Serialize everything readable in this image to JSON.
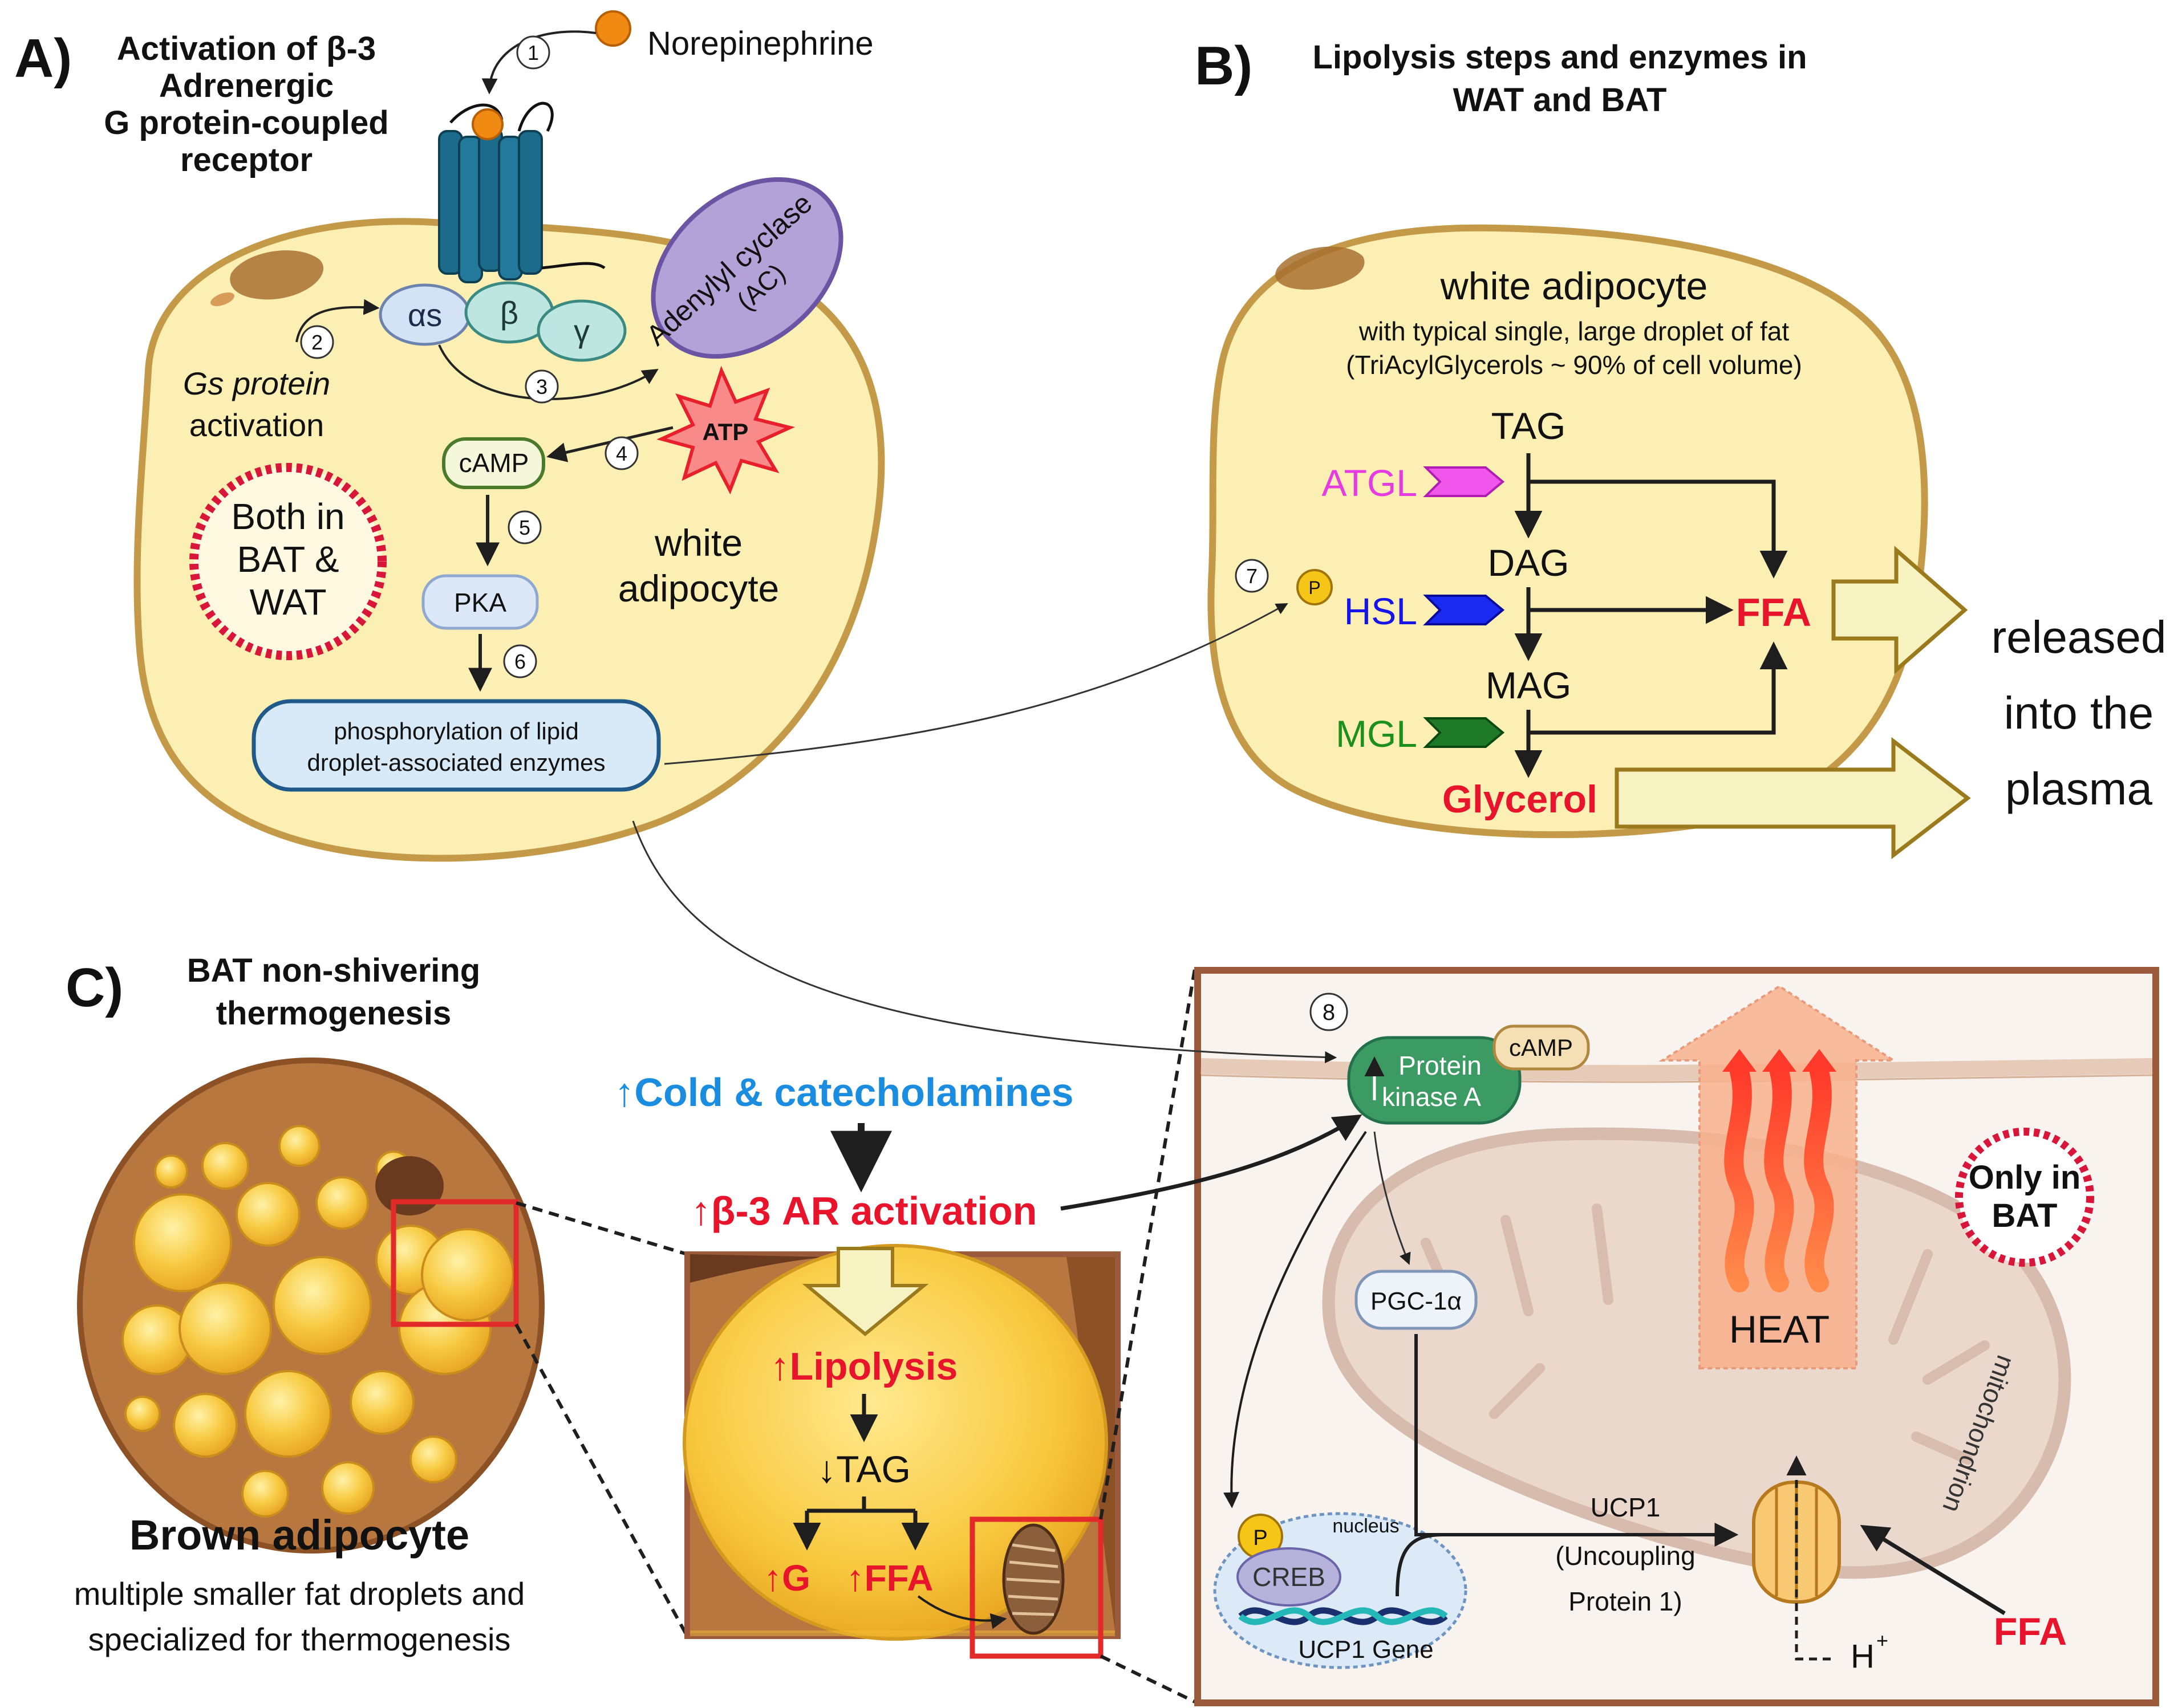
{
  "panels": {
    "a": {
      "letter": "A)",
      "title_lines": [
        "Activation of β-3",
        "Adrenergic",
        "G protein-coupled",
        "receptor"
      ],
      "ligand": "Norepinephrine",
      "subunits": {
        "alpha": "αs",
        "beta": "β",
        "gamma": "γ"
      },
      "gs_lines": [
        "Gs protein",
        "activation"
      ],
      "adenylyl_lines": [
        "Adenylyl cyclase",
        "(AC)"
      ],
      "atp": "ATP",
      "camp": "cAMP",
      "pka": "PKA",
      "both_lines": [
        "Both in",
        "BAT &",
        "WAT"
      ],
      "cell_lines": [
        "white",
        "adipocyte"
      ],
      "phos_lines": [
        "phosphorylation of lipid",
        "droplet-associated enzymes"
      ],
      "steps": [
        "1",
        "2",
        "3",
        "4",
        "5",
        "6"
      ]
    },
    "b": {
      "letter": "B)",
      "title_lines": [
        "Lipolysis steps and enzymes in",
        "WAT and BAT"
      ],
      "cell_title": "white adipocyte",
      "cell_sub1": "with typical single, large droplet of fat",
      "cell_sub2": "(TriAcylGlycerols ~ 90% of cell volume)",
      "tag": "TAG",
      "dag": "DAG",
      "mag": "MAG",
      "ffa": "FFA",
      "glycerol": "Glycerol",
      "enzymes": {
        "atgl": "ATGL",
        "hsl": "HSL",
        "mgl": "MGL"
      },
      "p": "P",
      "step": "7",
      "released_lines": [
        "released",
        "into the",
        "plasma"
      ]
    },
    "c": {
      "letter": "C)",
      "title_lines": [
        "BAT non-shivering",
        "thermogenesis"
      ],
      "brown_title": "Brown adipocyte",
      "brown_sub": [
        "multiple smaller fat droplets and",
        "specialized for thermogenesis"
      ],
      "cold": "↑Cold & catecholamines",
      "b3": "↑β-3 AR activation",
      "lipolysis": "↑Lipolysis",
      "tag": "↓TAG",
      "g": "↑G",
      "ffa": "↑FFA",
      "step": "8",
      "pka_lines": [
        "Protein",
        "kinase A"
      ],
      "camp": "cAMP",
      "pgc": "PGC-1α",
      "heat": "HEAT",
      "only_lines": [
        "Only in",
        "BAT"
      ],
      "mito": "mitochondrion",
      "p": "P",
      "nucleus": "nucleus",
      "creb": "CREB",
      "gene": "UCP1 Gene",
      "ucp_lines": [
        "UCP1",
        "(Uncoupling",
        "Protein 1)"
      ],
      "h": "H",
      "h_sup": "+",
      "ffa2": "FFA"
    }
  },
  "colors": {
    "cell_fill": "#fcefb4",
    "cell_stroke": "#b88a3a",
    "fat_yellow": "#f7c43a",
    "brown": "#b8773f",
    "receptor": "#1d6b8a",
    "red": "#e8142b",
    "blue_text": "#1a8de0",
    "atgl": "#e53be0",
    "hsl": "#1515e8",
    "mgl": "#1d8f1d",
    "pka_green": "#3c9a63",
    "frame": "#9b5a3c"
  }
}
